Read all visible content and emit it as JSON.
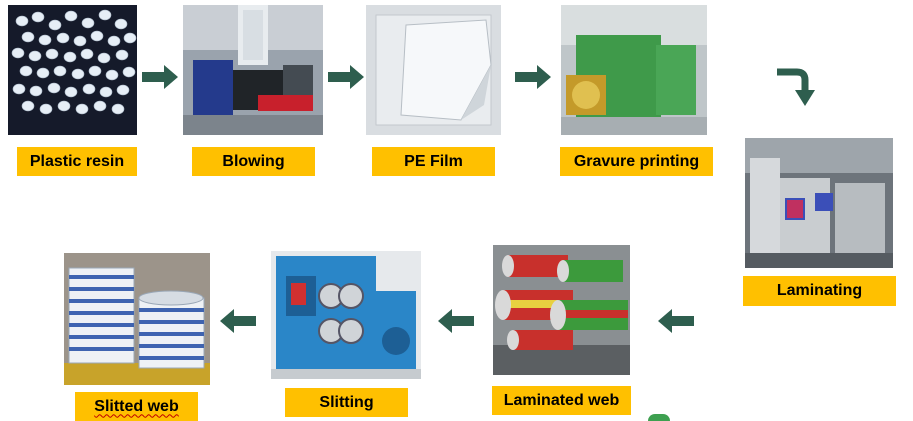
{
  "colors": {
    "label_bg": "#FFC000",
    "arrow": "#2E5E4E",
    "text": "#000000"
  },
  "steps": [
    {
      "id": "plastic-resin",
      "label": "Plastic resin",
      "image": "resin-pellets"
    },
    {
      "id": "blowing",
      "label": "Blowing",
      "image": "blown-film-machine"
    },
    {
      "id": "pe-film",
      "label": "PE Film",
      "image": "film-sheet"
    },
    {
      "id": "gravure-printing",
      "label": "Gravure printing",
      "image": "printing-press"
    },
    {
      "id": "laminating",
      "label": "Laminating",
      "image": "laminating-machine"
    },
    {
      "id": "laminated-web",
      "label": "Laminated web",
      "image": "printed-rolls"
    },
    {
      "id": "slitting",
      "label": "Slitting",
      "image": "slitting-machine"
    },
    {
      "id": "slitted-web",
      "label": "Slitted web",
      "image": "slit-rolls-stack"
    }
  ],
  "arrows": [
    {
      "from": "plastic-resin",
      "to": "blowing",
      "direction": "right"
    },
    {
      "from": "blowing",
      "to": "pe-film",
      "direction": "right"
    },
    {
      "from": "pe-film",
      "to": "gravure-printing",
      "direction": "right"
    },
    {
      "from": "gravure-printing",
      "to": "laminating",
      "direction": "turn-down"
    },
    {
      "from": "laminating",
      "to": "laminated-web",
      "direction": "left"
    },
    {
      "from": "laminated-web",
      "to": "slitting",
      "direction": "left"
    },
    {
      "from": "slitting",
      "to": "slitted-web",
      "direction": "left"
    }
  ]
}
